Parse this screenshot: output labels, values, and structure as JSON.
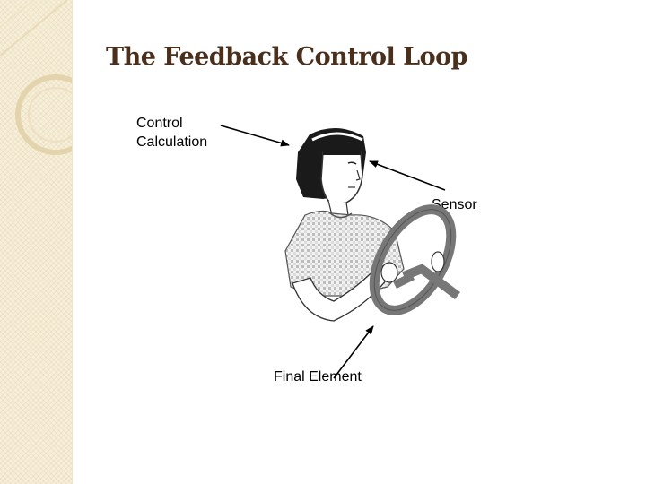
{
  "title": "The Feedback Control Loop",
  "labels": {
    "control_calculation": "Control\nCalculation",
    "sensor": "Sensor",
    "final_element": "Final Element"
  },
  "illustration": {
    "icon": "person-driving-steering-wheel"
  },
  "colors": {
    "title": "#4a2f1c",
    "sidebar": "#f7efd9",
    "sidebar_ornament": "#e3d4ae"
  }
}
